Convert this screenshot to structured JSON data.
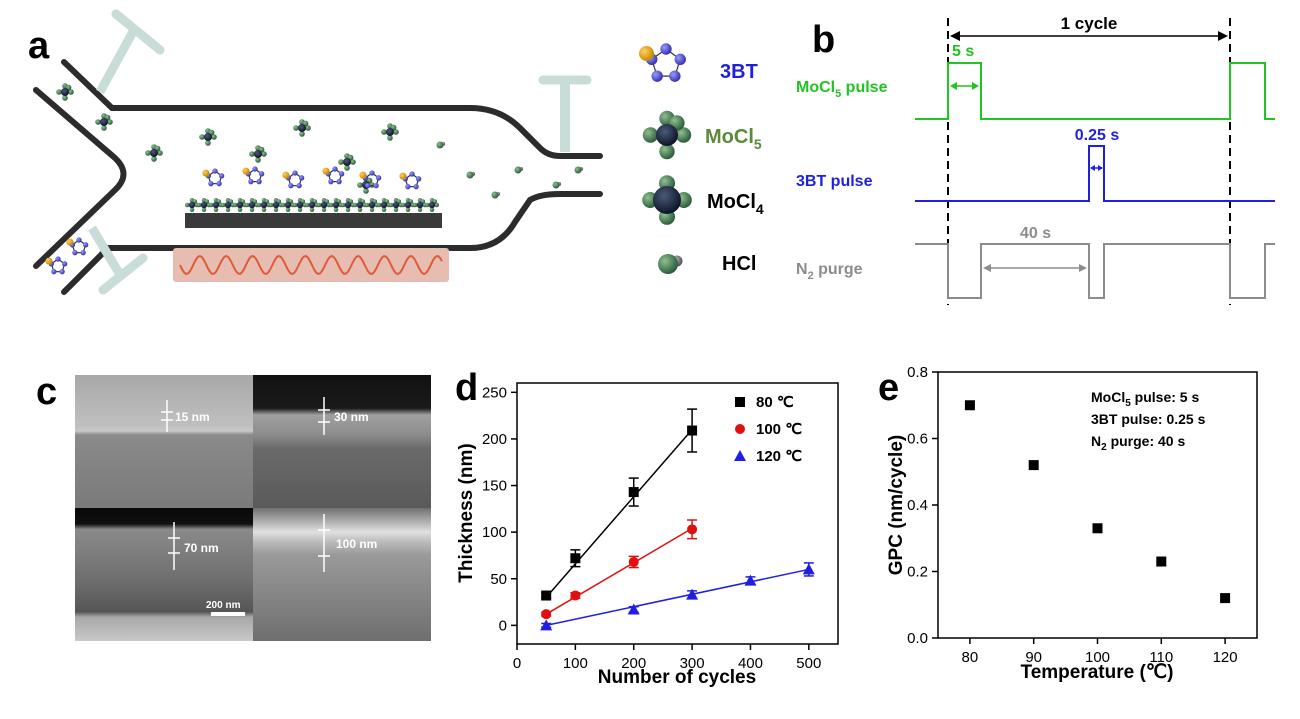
{
  "panels": {
    "a": {
      "label": "a",
      "legend": [
        {
          "name": "3BT",
          "color": "#1f1fe0"
        },
        {
          "name": "MoCl",
          "sub": "5",
          "color": "#5a8a3a"
        },
        {
          "name": "MoCl",
          "sub": "4",
          "color": "#000000"
        },
        {
          "name": "HCl",
          "color": "#000000"
        }
      ]
    },
    "b": {
      "label": "b",
      "cycle_label": "1 cycle",
      "mocl5_time": "5 s",
      "bt_time": "0.25 s",
      "purge_time": "40 s",
      "rows": [
        {
          "name": "MoCl",
          "sub": "5",
          "suffix": " pulse",
          "color": "#22c422"
        },
        {
          "name": "3BT pulse",
          "sub": "",
          "suffix": "",
          "color": "#1f1fe0"
        },
        {
          "name": "N",
          "sub": "2",
          "suffix": " purge",
          "color": "#8c8c8c"
        }
      ]
    },
    "c": {
      "label": "c",
      "images": [
        {
          "thickness": "15 nm"
        },
        {
          "thickness": "30 nm"
        },
        {
          "thickness": "70 nm"
        },
        {
          "thickness": "100 nm"
        }
      ],
      "scale_bar": "200 nm"
    },
    "d": {
      "label": "d"
    },
    "e": {
      "label": "e",
      "notes": [
        {
          "pre": "MoCl",
          "sub": "5",
          "post": " pulse: 5 s"
        },
        {
          "pre": "3BT pulse: 0.25 s",
          "sub": "",
          "post": ""
        },
        {
          "pre": "N",
          "sub": "2",
          "post": " purge: 40 s"
        }
      ]
    }
  },
  "chart_data": [
    {
      "type": "scatter",
      "panel": "d",
      "xlabel": "Number of cycles",
      "ylabel": "Thickness (nm)",
      "xlim": [
        0,
        550
      ],
      "ylim": [
        -20,
        260
      ],
      "xticks": [
        0,
        100,
        200,
        300,
        400,
        500
      ],
      "yticks": [
        0,
        50,
        100,
        150,
        200,
        250
      ],
      "legend_position": "top-right",
      "series": [
        {
          "name": "80 ℃",
          "color": "#000000",
          "marker": "square",
          "x": [
            50,
            100,
            200,
            300
          ],
          "y": [
            32,
            72,
            143,
            209
          ],
          "err": [
            3,
            9,
            15,
            23
          ],
          "fit": [
            [
              50,
              30
            ],
            [
              300,
              210
            ]
          ]
        },
        {
          "name": "100 ℃",
          "color": "#e01010",
          "marker": "circle",
          "x": [
            50,
            100,
            200,
            300
          ],
          "y": [
            12,
            32,
            68,
            103
          ],
          "err": [
            2,
            3,
            6,
            10
          ],
          "fit": [
            [
              50,
              12
            ],
            [
              300,
              104
            ]
          ]
        },
        {
          "name": "120 ℃",
          "color": "#1f1fe0",
          "marker": "triangle",
          "x": [
            50,
            200,
            300,
            400,
            500
          ],
          "y": [
            0,
            17,
            33,
            48,
            60
          ],
          "err": [
            2,
            3,
            4,
            4,
            7
          ],
          "fit": [
            [
              50,
              0
            ],
            [
              500,
              60
            ]
          ]
        }
      ]
    },
    {
      "type": "scatter",
      "panel": "e",
      "xlabel": "Temperature (℃)",
      "ylabel": "GPC (nm/cycle)",
      "xlim": [
        75,
        125
      ],
      "ylim": [
        0,
        0.8
      ],
      "xticks": [
        80,
        90,
        100,
        110,
        120
      ],
      "yticks": [
        "0.0",
        "0.2",
        "0.4",
        "0.6",
        "0.8"
      ],
      "series": [
        {
          "name": "",
          "color": "#000000",
          "marker": "square",
          "x": [
            80,
            90,
            100,
            110,
            120
          ],
          "y": [
            0.7,
            0.52,
            0.33,
            0.23,
            0.12
          ]
        }
      ]
    }
  ]
}
